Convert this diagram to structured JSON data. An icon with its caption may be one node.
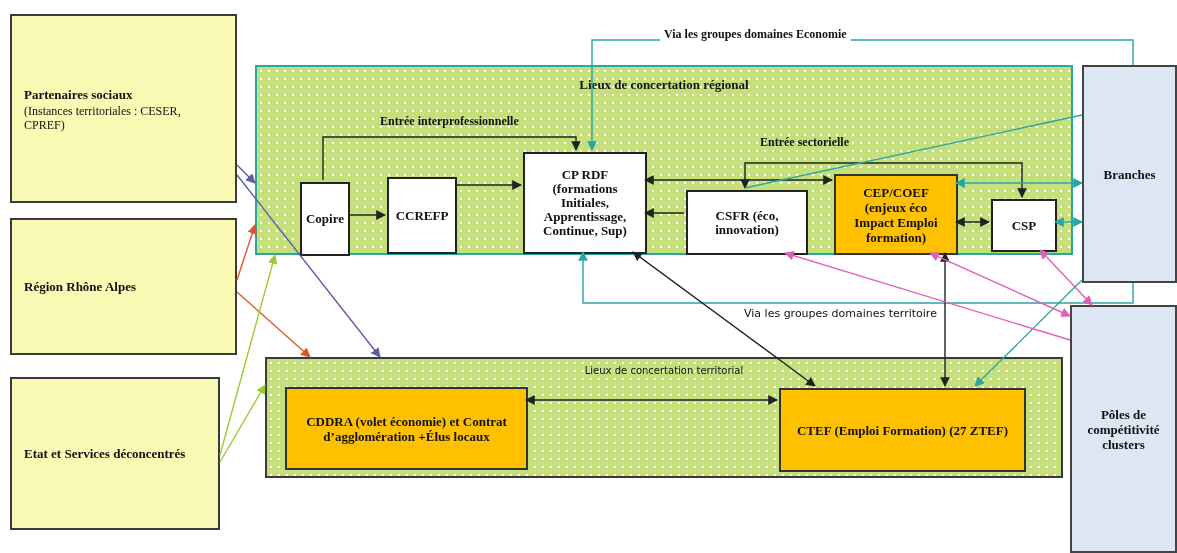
{
  "diagram": {
    "nodes": [
      {
        "text": [
          "Partenaires sociaux",
          "(Instances territoriales : CESER, CPREF)"
        ]
      },
      {
        "text": [
          "Région Rhône Alpes"
        ]
      },
      {
        "text": [
          "Etat et Services déconcentrés"
        ]
      },
      {
        "text": [
          "Lieux de concertation régional"
        ]
      },
      {
        "text": [
          "Copire"
        ],
        "in": 3
      },
      {
        "text": [
          "CCREFP"
        ],
        "in": 3
      },
      {
        "text": [
          "CP RDF (formations Initiales, Apprentissage, Continue, Sup)"
        ],
        "in": 3
      },
      {
        "text": [
          "CSFR (éco, innovation)"
        ],
        "in": 3
      },
      {
        "text": [
          "CEP/COEF (enjeux éco Impact Emploi formation)"
        ],
        "in": 3
      },
      {
        "text": [
          "CSP"
        ],
        "in": 3
      },
      {
        "text": [
          "Branches"
        ]
      },
      {
        "text": [
          "Pôles de compétitivité clusters"
        ]
      },
      {
        "text": [
          "Lieux de concertation territorial"
        ]
      },
      {
        "text": [
          "CDDRA (volet économie) et Contrat d’agglomération +Élus locaux"
        ],
        "in": 12
      },
      {
        "text": [
          "CTEF (Emploi Formation) (27 ZTEF)"
        ],
        "in": 12
      }
    ],
    "edges": [
      {
        "from": 4,
        "to": 6,
        "arrow": "to"
      },
      {
        "from": 4,
        "to": 5,
        "arrow": "to"
      },
      {
        "from": 5,
        "to": 6,
        "arrow": "to"
      },
      {
        "from": 6,
        "to": 8,
        "arrow": "both"
      },
      {
        "from": 7,
        "to": 6,
        "arrow": "to"
      },
      {
        "from": 7,
        "to": 9,
        "arrow": "both"
      },
      {
        "from": 8,
        "to": 9,
        "arrow": "both"
      },
      {
        "from": 8,
        "to": 10,
        "arrow": "both",
        "color": "#2aa5a5"
      },
      {
        "from": 9,
        "to": 10,
        "arrow": "both",
        "color": "#2aa5a5"
      },
      {
        "from": 10,
        "to": 7,
        "arrow": "none",
        "color": "#2aa5a5"
      },
      {
        "from": 10,
        "to": 6,
        "arrow": "to",
        "label": "Via les groupes domaines Economie",
        "color": "#2aa5a5"
      },
      {
        "from": 10,
        "to": 6,
        "arrow": "to",
        "label": "Via les groupes domaines territoire",
        "color": "#2aa5a5"
      },
      {
        "from": 10,
        "to": 14,
        "arrow": "to",
        "color": "#2aa5a5"
      },
      {
        "from": 8,
        "to": 14,
        "arrow": "both"
      },
      {
        "from": 6,
        "to": 14,
        "arrow": "both"
      },
      {
        "from": 13,
        "to": 14,
        "arrow": "both"
      },
      {
        "from": 11,
        "to": 7,
        "arrow": "to",
        "color": "#e060b8"
      },
      {
        "from": 8,
        "to": 11,
        "arrow": "both",
        "color": "#e060b8"
      },
      {
        "from": 9,
        "to": 11,
        "arrow": "both",
        "color": "#e060b8"
      },
      {
        "from": 0,
        "to": 3,
        "arrow": "to",
        "color": "#5b5ea6"
      },
      {
        "from": 0,
        "to": 12,
        "arrow": "to",
        "color": "#5b5ea6"
      },
      {
        "from": 1,
        "to": 3,
        "arrow": "to",
        "color": "#e0552a"
      },
      {
        "from": 1,
        "to": 12,
        "arrow": "to",
        "color": "#e0552a"
      },
      {
        "from": 2,
        "to": 3,
        "arrow": "to",
        "color": "#9acd32"
      },
      {
        "from": 2,
        "to": 12,
        "arrow": "to",
        "color": "#9acd32"
      }
    ],
    "labels": [
      "Entrée interprofessionnelle",
      "Entrée sectorielle"
    ]
  }
}
